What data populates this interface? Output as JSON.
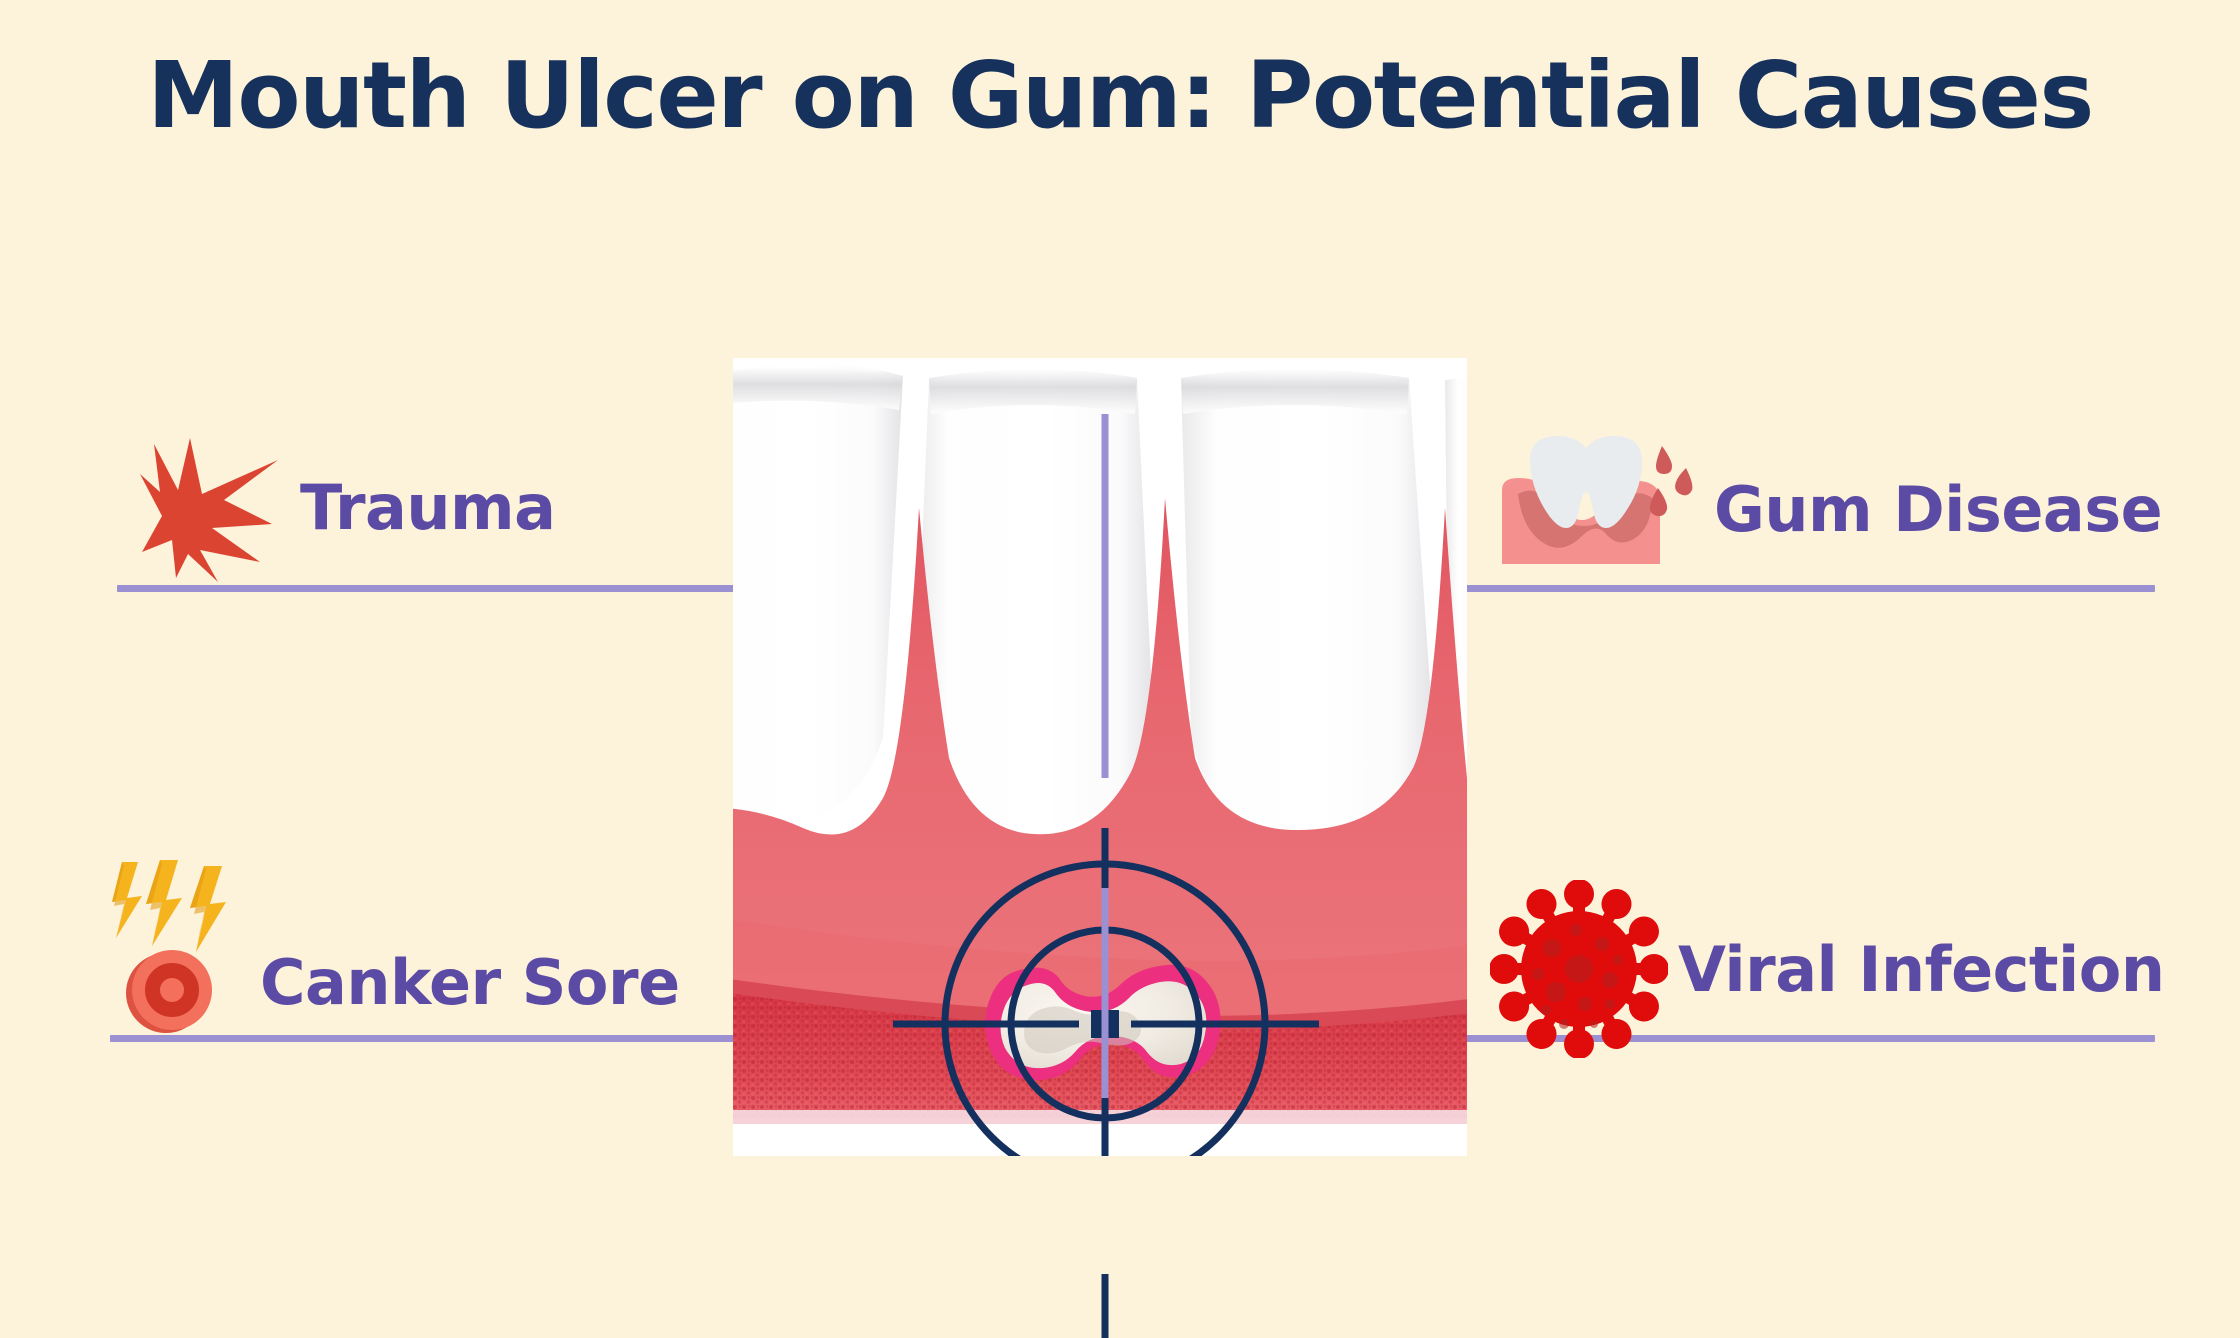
{
  "page": {
    "background_color": "#fdf2da",
    "title": "Mouth Ulcer on Gum: Potential Causes",
    "title_color": "#16325c",
    "label_color": "#5b4ba5",
    "rule_color": "#9a90d2"
  },
  "causes": [
    {
      "id": "trauma",
      "label": "Trauma",
      "icon": "impact-burst-icon",
      "icon_colors": {
        "burst": "#dc4432"
      },
      "position": "top-left"
    },
    {
      "id": "gum-disease",
      "label": "Gum Disease",
      "icon": "tooth-in-bleeding-gum-icon",
      "icon_colors": {
        "gum": "#f4918f",
        "gum_shadow": "#d1726f",
        "tooth": "#e8ecef",
        "blood_drop": "#cf5a5a"
      },
      "position": "top-right"
    },
    {
      "id": "canker-sore",
      "label": "Canker Sore",
      "icon": "painful-sore-icon",
      "icon_colors": {
        "bolt": "#f5b41e",
        "bolt_shadow": "#e0980e",
        "ring_outer": "#f2705c",
        "ring_mid": "#cf3424",
        "center": "#f4705d"
      },
      "position": "bottom-left"
    },
    {
      "id": "viral-infection",
      "label": "Viral Infection",
      "icon": "virus-icon",
      "icon_colors": {
        "body": "#e00c0c",
        "spots": "#b22020"
      },
      "position": "bottom-right"
    }
  ],
  "illustration": {
    "name": "gum-ulcer-illustration",
    "description": "Cross-section of three front teeth in pink gum tissue with a targeted mouth ulcer",
    "tooth_color": "#ffffff",
    "gum_color": "#e8676f",
    "gum_tissue_color": "#d9404f",
    "ulcer": {
      "name": "mouth-ulcer",
      "rim_color": "#ec2f7e",
      "core_color": "#f1ece4"
    },
    "reticle": {
      "name": "crosshair-target-reticle",
      "color": "#14305e"
    }
  }
}
